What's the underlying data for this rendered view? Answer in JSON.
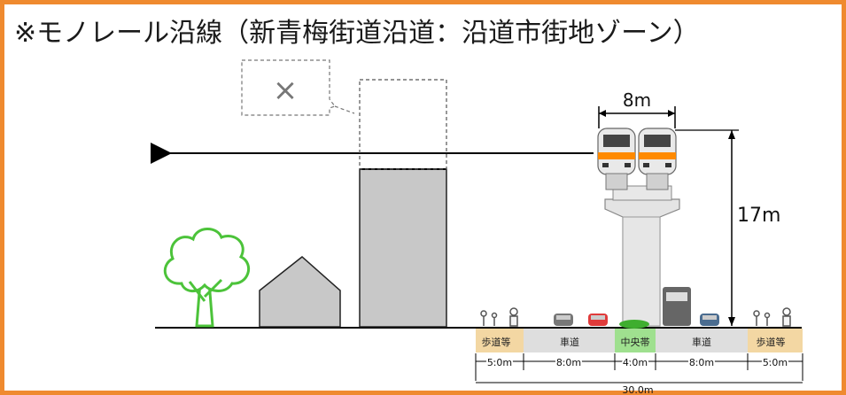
{
  "title": "※モノレール沿線（新青梅街道沿道：沿道市街地ゾーン）",
  "cross_mark": "×",
  "monorail": {
    "width_label": "8m",
    "height_label": "17m"
  },
  "road": {
    "sections": [
      {
        "name": "歩道等",
        "width": "5.0m"
      },
      {
        "name": "車道",
        "width": "8.0m"
      },
      {
        "name": "中央帯",
        "width": "4.0m"
      },
      {
        "name": "車道",
        "width": "8.0m"
      },
      {
        "name": "歩道等",
        "width": "5.0m"
      }
    ],
    "total_width": "30.0m"
  },
  "colors": {
    "frame": "#ef8a2f",
    "sidewalk": "#f3d7a3",
    "road": "#d8d8d8",
    "median": "#5fcf4d",
    "building": "#c8c8c8",
    "tree": "#4cc33a",
    "train_body": "#e9e9e9",
    "train_stripe": "#ff8a00"
  }
}
